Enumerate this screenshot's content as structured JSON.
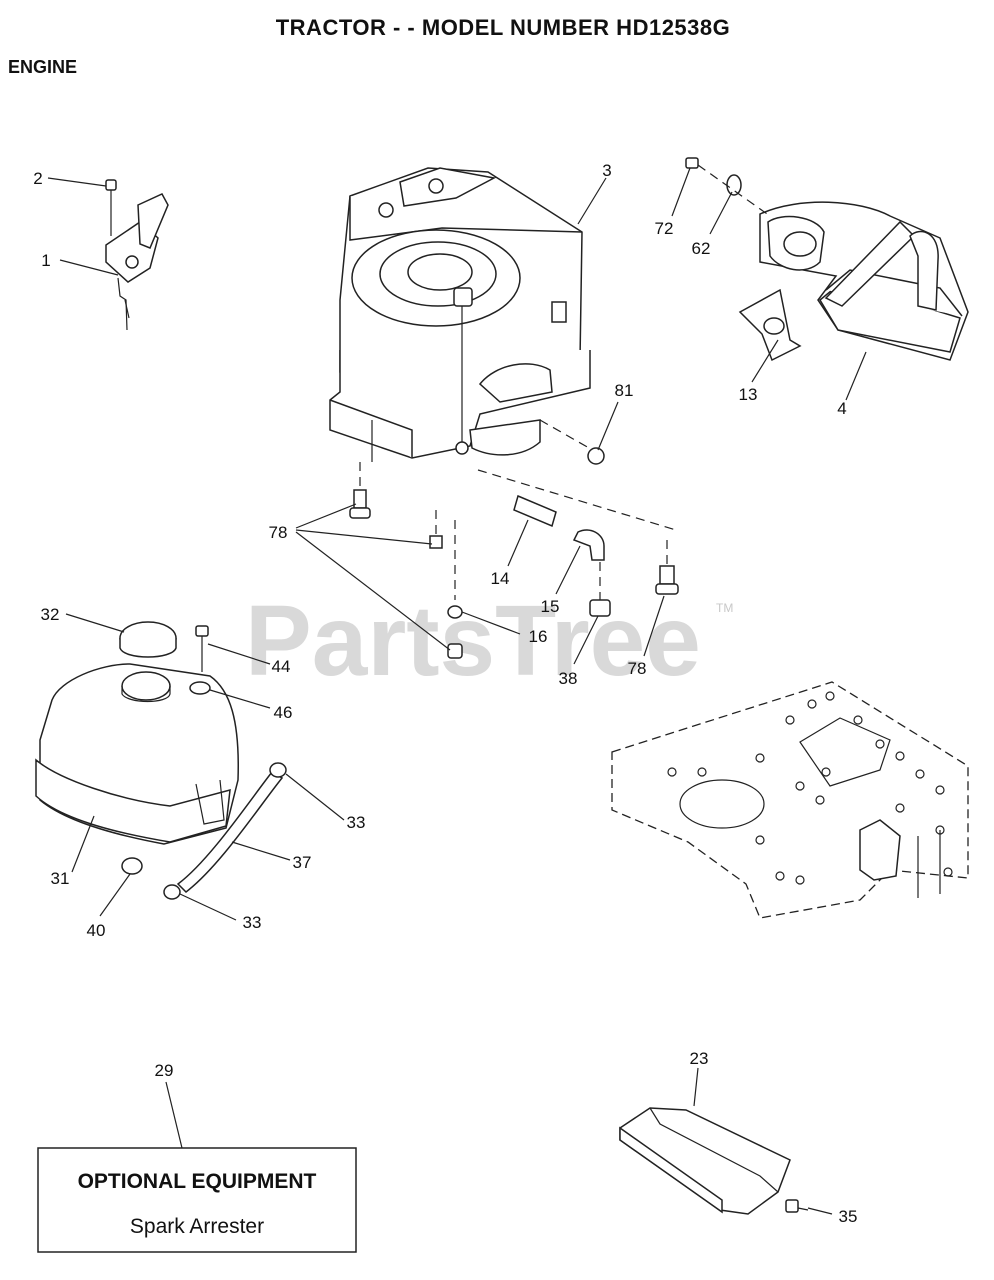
{
  "title": "TRACTOR - - MODEL NUMBER HD12538G",
  "section": "ENGINE",
  "watermark": "PartsTree",
  "watermark_tm": "TM",
  "callouts": [
    "2",
    "1",
    "3",
    "72",
    "62",
    "13",
    "4",
    "81",
    "78",
    "14",
    "15",
    "16",
    "38",
    "78",
    "32",
    "44",
    "46",
    "33",
    "37",
    "31",
    "40",
    "33",
    "29",
    "23",
    "35"
  ],
  "optional_box": {
    "heading": "OPTIONAL EQUIPMENT",
    "item": "Spark Arrester"
  }
}
